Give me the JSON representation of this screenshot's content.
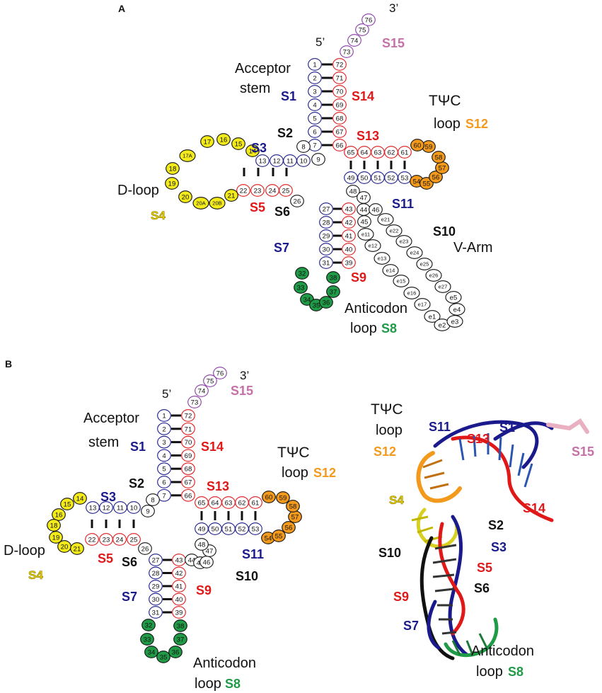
{
  "colors": {
    "blue": "#1a1a8c",
    "red": "#e01818",
    "black": "#111111",
    "yellow": "#f2ea1a",
    "orange": "#f39a1c",
    "green": "#1f9a47",
    "purple": "#8a3aa8",
    "pink": "#c770a8",
    "gold": "#e6cf00"
  },
  "panel_a": {
    "panel_label": "A",
    "three_prime": "3’",
    "five_prime": "5’",
    "acceptor_title": "Acceptor",
    "acceptor_sub": "stem",
    "tpsic_title": "TΨC",
    "tpsic_loop": "loop",
    "dloop_label": "D-loop",
    "anticodon_title": "Anticodon",
    "anticodon_loop": "loop",
    "varm_label": "V-Arm",
    "seg": {
      "S1": "S1",
      "S2": "S2",
      "S3": "S3",
      "S4": "S4",
      "S5": "S5",
      "S6": "S6",
      "S7": "S7",
      "S8": "S8",
      "S9": "S9",
      "S10": "S10",
      "S11": "S11",
      "S12": "S12",
      "S13": "S13",
      "S14": "S14",
      "S15": "S15"
    },
    "nucleotides": {
      "acc5": [
        "1",
        "2",
        "3",
        "4",
        "5",
        "6",
        "7"
      ],
      "acc3": [
        "72",
        "71",
        "70",
        "69",
        "68",
        "67",
        "66"
      ],
      "tail": [
        "73",
        "74",
        "75",
        "76"
      ],
      "s2": [
        "8",
        "9"
      ],
      "d5": [
        "10",
        "11",
        "12",
        "13"
      ],
      "d3": [
        "22",
        "23",
        "24",
        "25"
      ],
      "dloop": [
        "14",
        "15",
        "16",
        "17",
        "17A",
        "18",
        "19",
        "20",
        "20A",
        "20B",
        "21"
      ],
      "s6": [
        "26"
      ],
      "ac5": [
        "27",
        "28",
        "29",
        "30",
        "31"
      ],
      "ac3": [
        "43",
        "42",
        "41",
        "40",
        "39"
      ],
      "acloop": [
        "32",
        "33",
        "34",
        "35",
        "36",
        "37",
        "38"
      ],
      "t5": [
        "49",
        "50",
        "51",
        "52",
        "53"
      ],
      "t3": [
        "65",
        "64",
        "63",
        "62",
        "61"
      ],
      "tloop": [
        "54",
        "55",
        "56",
        "57",
        "58",
        "59",
        "60"
      ],
      "vl": [
        "44",
        "45",
        "e11",
        "e12",
        "e13",
        "e14",
        "e15",
        "e16",
        "e17",
        "e1",
        "e2"
      ],
      "vr": [
        "48",
        "47",
        "46",
        "e21",
        "e22",
        "e23",
        "e24",
        "e25",
        "e26",
        "e27",
        "e5",
        "e4",
        "e3"
      ]
    }
  },
  "panel_b": {
    "panel_label": "B",
    "three_prime": "3’",
    "five_prime": "5’",
    "acceptor_title": "Acceptor",
    "acceptor_sub": "stem",
    "tpsic_title": "TΨC",
    "tpsic_loop": "loop",
    "dloop_label": "D-loop",
    "anticodon_title": "Anticodon",
    "anticodon_loop": "loop",
    "seg": {
      "S1": "S1",
      "S2": "S2",
      "S3": "S3",
      "S4": "S4",
      "S5": "S5",
      "S6": "S6",
      "S7": "S7",
      "S8": "S8",
      "S9": "S9",
      "S10": "S10",
      "S11": "S11",
      "S12": "S12",
      "S13": "S13",
      "S14": "S14",
      "S15": "S15"
    },
    "nucleotides": {
      "acc5": [
        "1",
        "2",
        "3",
        "4",
        "5",
        "6",
        "7"
      ],
      "acc3": [
        "72",
        "71",
        "70",
        "69",
        "68",
        "67",
        "66"
      ],
      "tail": [
        "73",
        "74",
        "75",
        "76"
      ],
      "s2": [
        "8",
        "9"
      ],
      "d5": [
        "10",
        "11",
        "12",
        "13"
      ],
      "d3": [
        "22",
        "23",
        "24",
        "25"
      ],
      "dloop": [
        "14",
        "15",
        "16",
        "18",
        "19",
        "20",
        "21"
      ],
      "s6": [
        "26"
      ],
      "ac5": [
        "27",
        "28",
        "29",
        "30",
        "31"
      ],
      "ac3": [
        "43",
        "42",
        "41",
        "40",
        "39"
      ],
      "acloop": [
        "32",
        "33",
        "34",
        "35",
        "36",
        "37",
        "38"
      ],
      "t5": [
        "49",
        "50",
        "51",
        "52",
        "53"
      ],
      "t3": [
        "65",
        "64",
        "63",
        "62",
        "61"
      ],
      "tloop": [
        "54",
        "55",
        "56",
        "57",
        "58",
        "59",
        "60"
      ],
      "s10": [
        "44",
        "45",
        "46",
        "47",
        "48"
      ]
    }
  },
  "structure3d": {
    "tpsic_title": "TΨC",
    "tpsic_loop": "loop",
    "anticodon_title": "Anticodon",
    "anticodon_loop": "loop",
    "seg": {
      "S1": "S1",
      "S2": "S2",
      "S3": "S3",
      "S4": "S4",
      "S5": "S5",
      "S6": "S6",
      "S7": "S7",
      "S8": "S8",
      "S9": "S9",
      "S10": "S10",
      "S11": "S11",
      "S12": "S12",
      "S13": "S13",
      "S14": "S14",
      "S15": "S15"
    }
  }
}
